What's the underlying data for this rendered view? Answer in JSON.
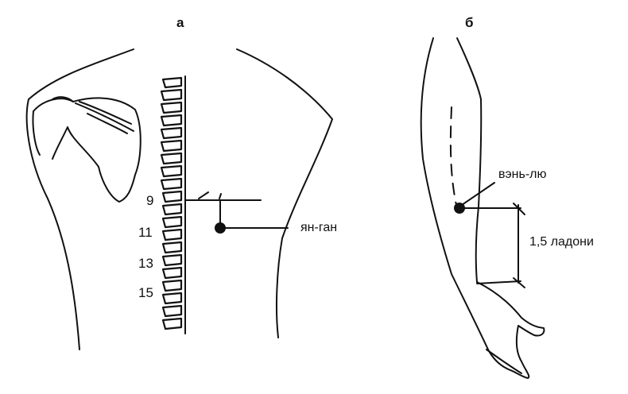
{
  "panels": {
    "a": {
      "label": "а",
      "vertebra_labels": [
        "9",
        "11",
        "13",
        "15"
      ],
      "point_label": "ян-ган"
    },
    "b": {
      "label": "б",
      "point_label": "вэнь-лю",
      "distance_label": "1,5 ладони"
    }
  },
  "colors": {
    "ink": "#111111",
    "background": "#ffffff"
  }
}
